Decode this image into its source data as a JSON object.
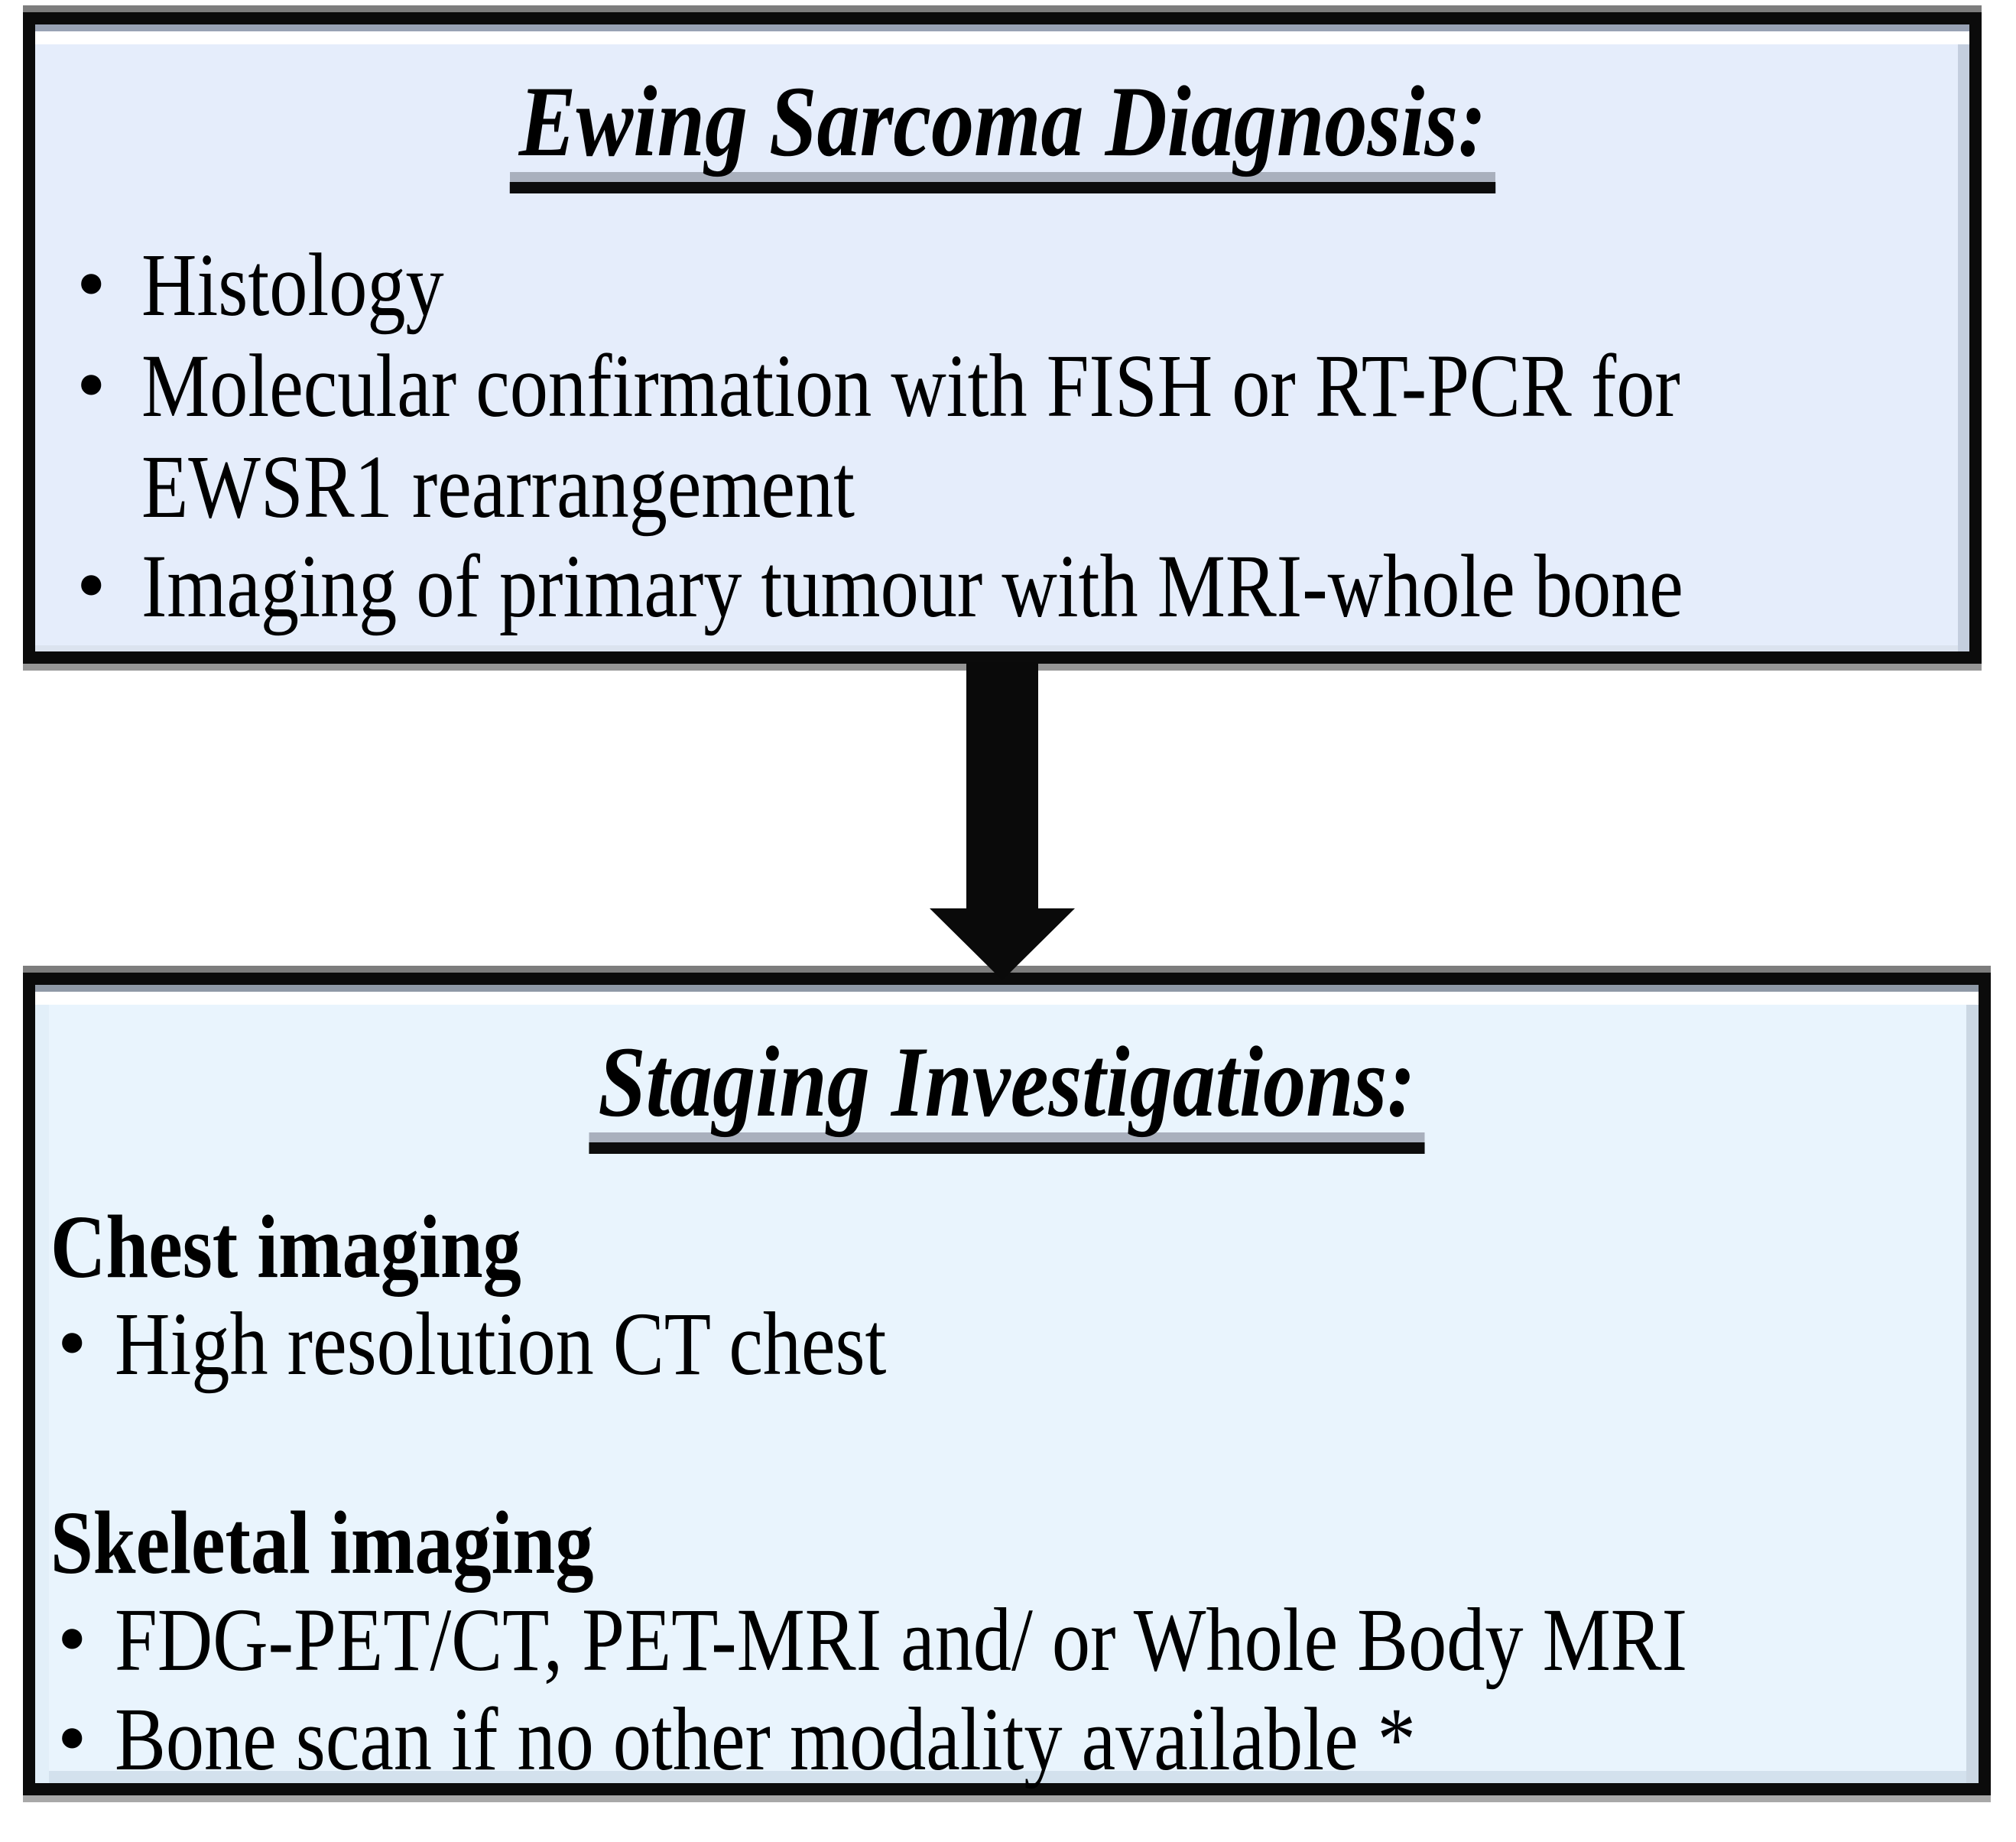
{
  "bullet_char": "•",
  "colors": {
    "top_box_fill": "#e5edfb",
    "bottom_box_fill": "#e9f4fd",
    "box_border": "#0b0b0b",
    "underline_shadow": "#a9b0bd",
    "arrow": "#0a0a0a"
  },
  "icons": {
    "flow_arrow": "down-block-arrow"
  },
  "top_box": {
    "title": "Ewing Sarcoma Diagnosis:",
    "rows": [
      {
        "text": "Histology"
      },
      {
        "text": "Molecular confirmation with FISH or RT-PCR for"
      },
      {
        "text": "EWSR1 rearrangement"
      },
      {
        "text": "Imaging of primary tumour with MRI-whole bone"
      }
    ]
  },
  "bottom_box": {
    "title": "Staging Investigations:",
    "sections": [
      {
        "heading": "Chest imaging",
        "items": [
          "High resolution CT chest"
        ]
      },
      {
        "heading": "Skeletal imaging",
        "items": [
          "FDG-PET/CT, PET-MRI and/ or Whole Body MRI",
          "Bone scan if no other modality available *"
        ]
      }
    ]
  }
}
